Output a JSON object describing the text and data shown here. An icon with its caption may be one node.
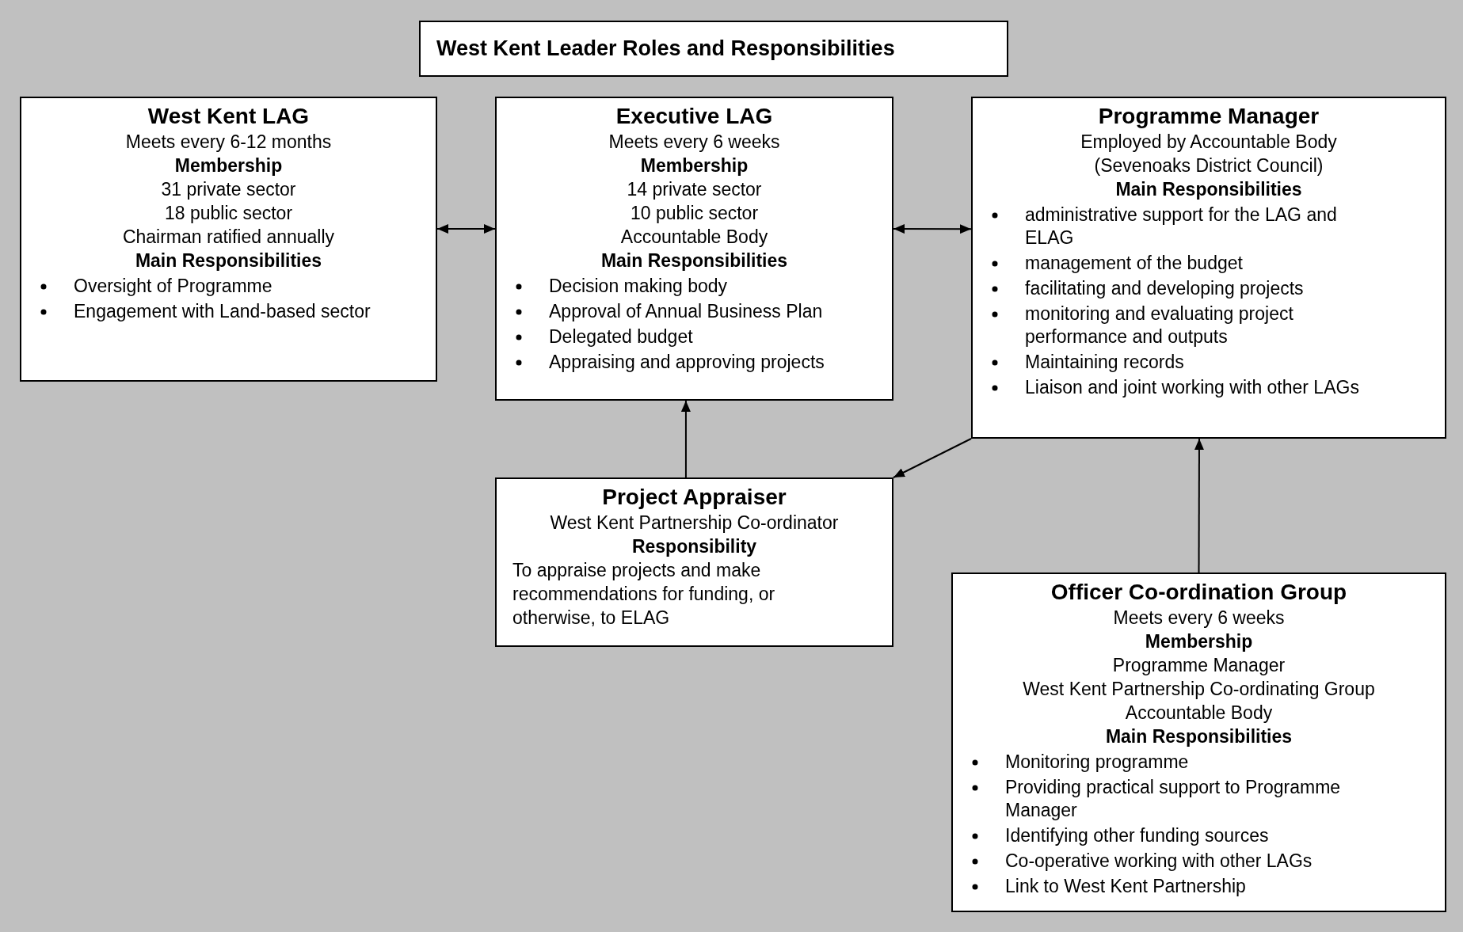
{
  "diagram": {
    "title": "West Kent Leader Roles and Responsibilities",
    "nodes": [
      {
        "text": [
          "West Kent LAG",
          "Meets every 6-12 months",
          "Membership",
          "31 private sector",
          "18 public sector",
          "Chairman ratified annually",
          "Main Responsibilities",
          "Oversight of Programme",
          "Engagement with Land-based sector"
        ]
      },
      {
        "text": [
          "Executive LAG",
          "Meets every 6 weeks",
          "Membership",
          "14 private sector",
          "10 public sector",
          "Accountable Body",
          "Main Responsibilities",
          "Decision making body",
          "Approval of Annual Business Plan",
          "Delegated budget",
          "Appraising and approving projects"
        ]
      },
      {
        "text": [
          "Programme Manager",
          "Employed by Accountable Body (Sevenoaks District Council)",
          "Main Responsibilities",
          "administrative support for the LAG and ELAG",
          "management of the budget",
          "facilitating and developing projects",
          "monitoring and evaluating project performance and outputs",
          "Maintaining records",
          "Liaison and joint working with other LAGs"
        ]
      },
      {
        "text": [
          "Project Appraiser",
          "West Kent Partnership Co-ordinator",
          "Responsibility",
          "To appraise projects and make recommendations for funding, or otherwise, to ELAG"
        ]
      },
      {
        "text": [
          "Officer Co-ordination Group",
          "Meets every 6 weeks",
          "Membership",
          "Programme Manager",
          "West Kent Partnership Co-ordinating Group",
          "Accountable Body",
          "Main Responsibilities",
          "Monitoring programme",
          "Providing practical support to Programme Manager",
          "Identifying other funding sources",
          "Co-operative working with other LAGs",
          "Link to West Kent Partnership"
        ]
      }
    ],
    "edges": [
      {
        "from": 0,
        "to": 1,
        "arrow": "both"
      },
      {
        "from": 1,
        "to": 2,
        "arrow": "both"
      },
      {
        "from": 3,
        "to": 1,
        "arrow": "to"
      },
      {
        "from": 2,
        "to": 3,
        "arrow": "to"
      },
      {
        "from": 4,
        "to": 2,
        "arrow": "to"
      }
    ]
  }
}
